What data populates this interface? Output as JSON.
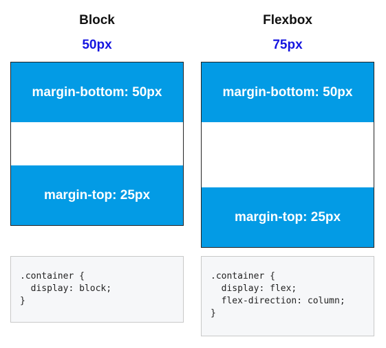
{
  "block": {
    "title": "Block",
    "value": "50px",
    "top_box_label": "margin-bottom: 50px",
    "bottom_box_label": "margin-top: 25px",
    "code": ".container {\n  display: block;\n}"
  },
  "flexbox": {
    "title": "Flexbox",
    "value": "75px",
    "top_box_label": "margin-bottom: 50px",
    "bottom_box_label": "margin-top: 25px",
    "code": ".container {\n  display: flex;\n  flex-direction: column;\n}"
  },
  "colors": {
    "box_fill": "#039be5",
    "value_text": "#1515e0",
    "code_background": "#f6f7f9"
  }
}
